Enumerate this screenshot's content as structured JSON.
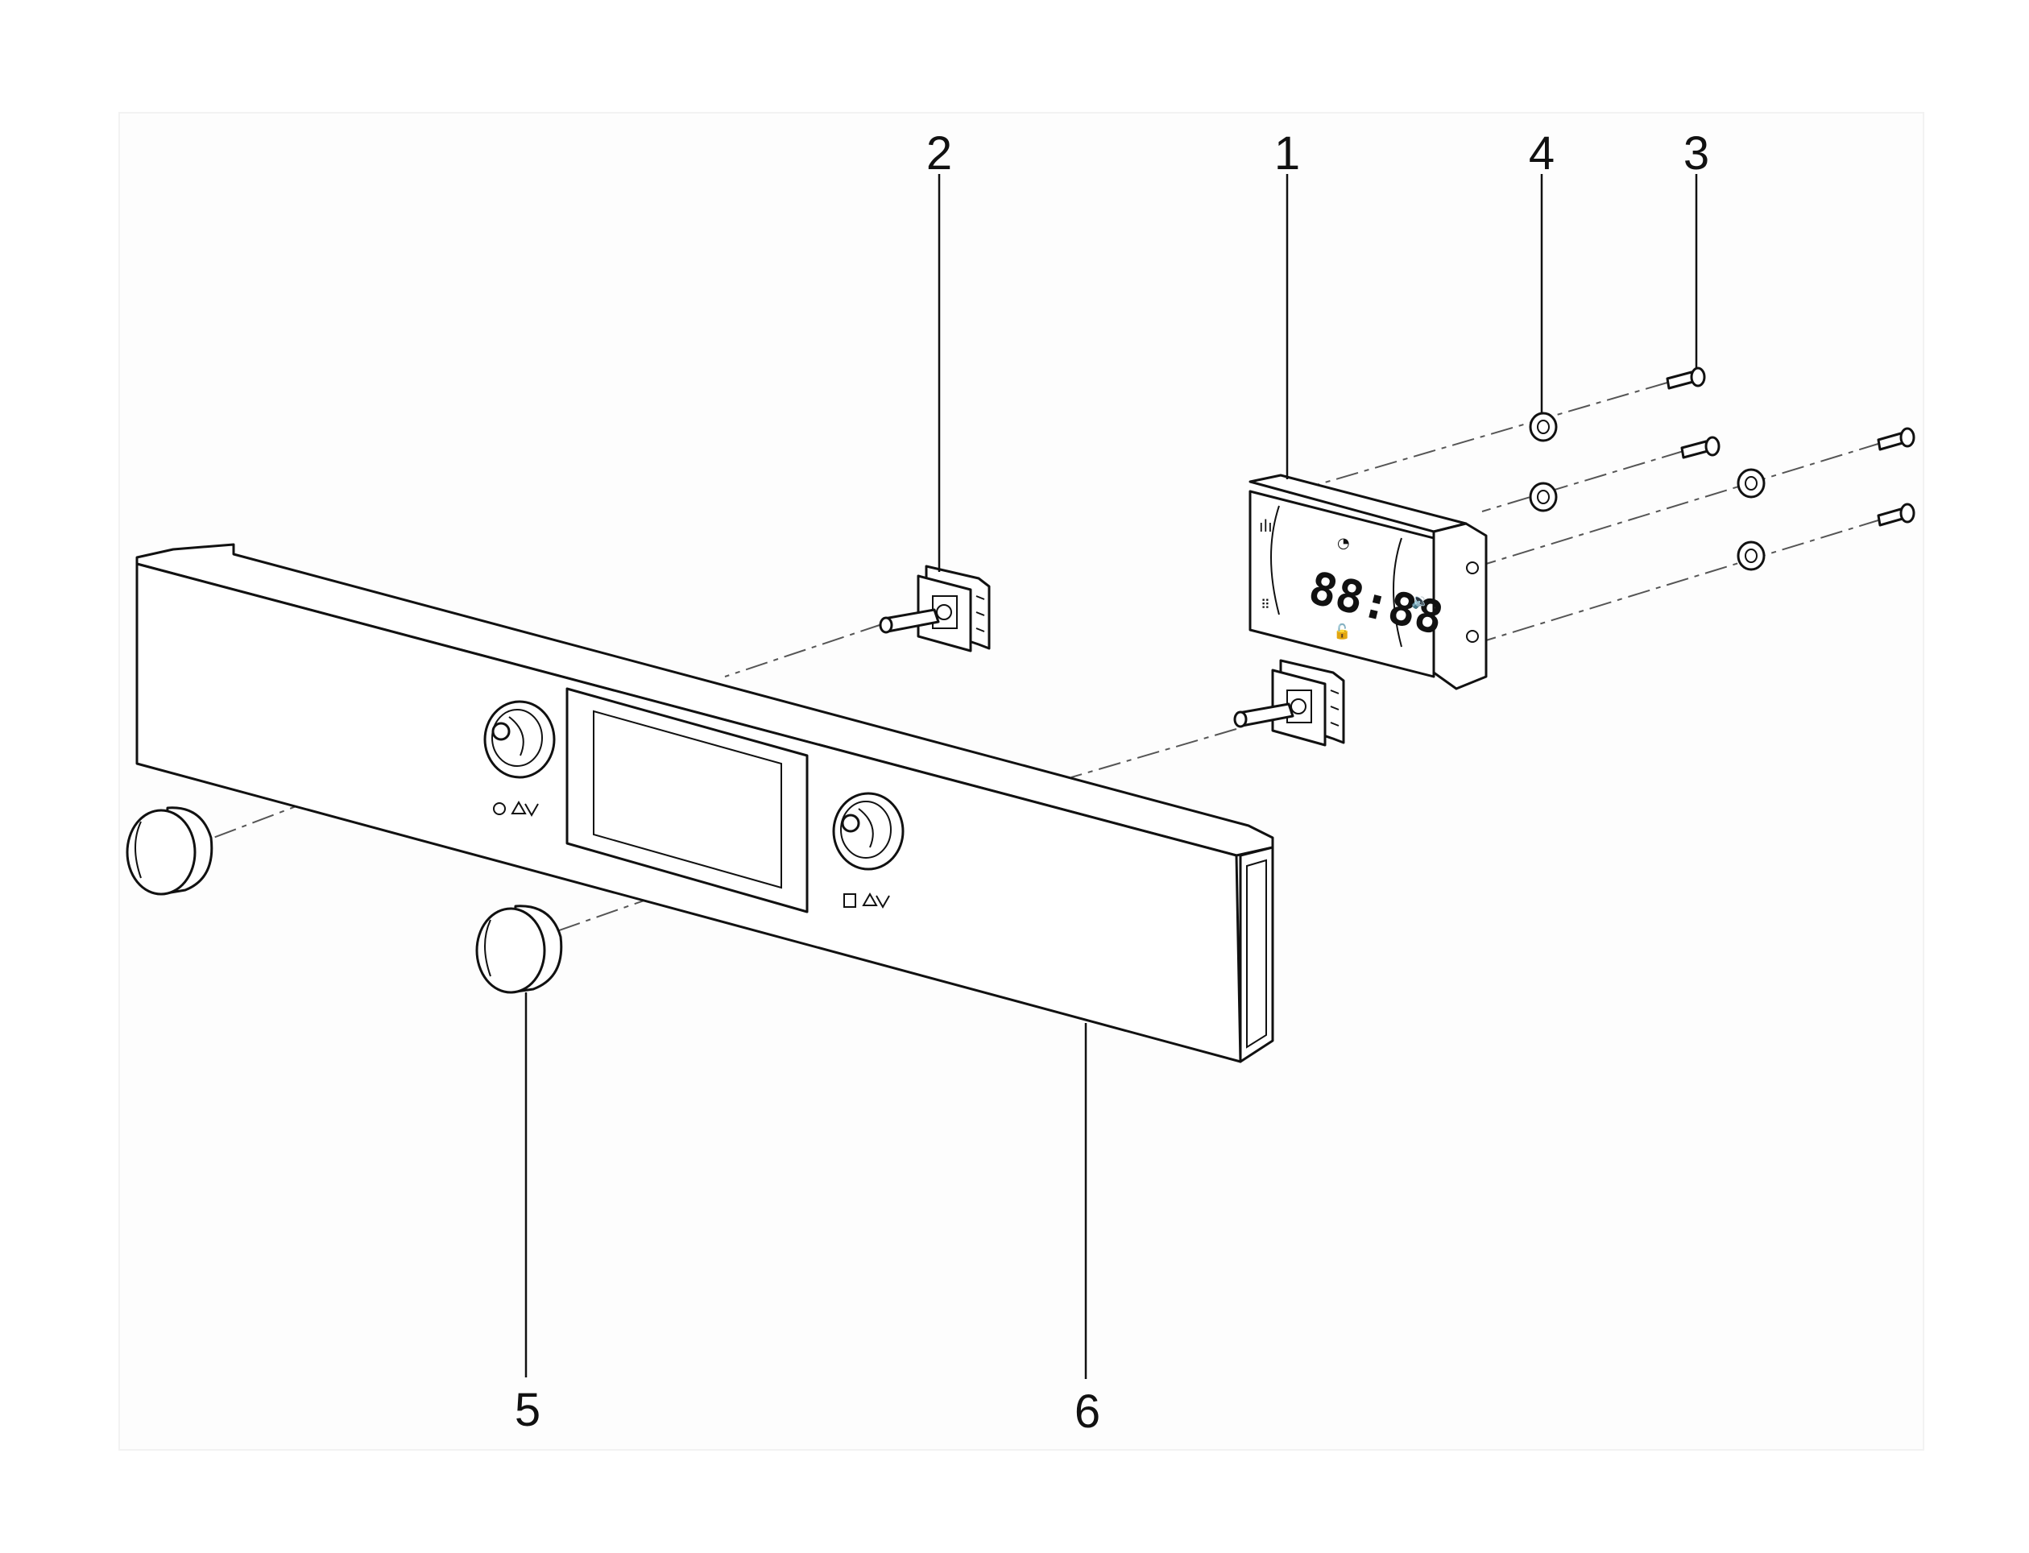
{
  "callouts": [
    {
      "id": "1",
      "label": "1"
    },
    {
      "id": "2",
      "label": "2"
    },
    {
      "id": "3",
      "label": "3"
    },
    {
      "id": "4",
      "label": "4"
    },
    {
      "id": "5",
      "label": "5"
    },
    {
      "id": "6",
      "label": "6"
    }
  ],
  "display_module": {
    "readout": "88:88"
  },
  "colors": {
    "line": "#111111",
    "dash": "#555555",
    "background": "#ffffff"
  }
}
